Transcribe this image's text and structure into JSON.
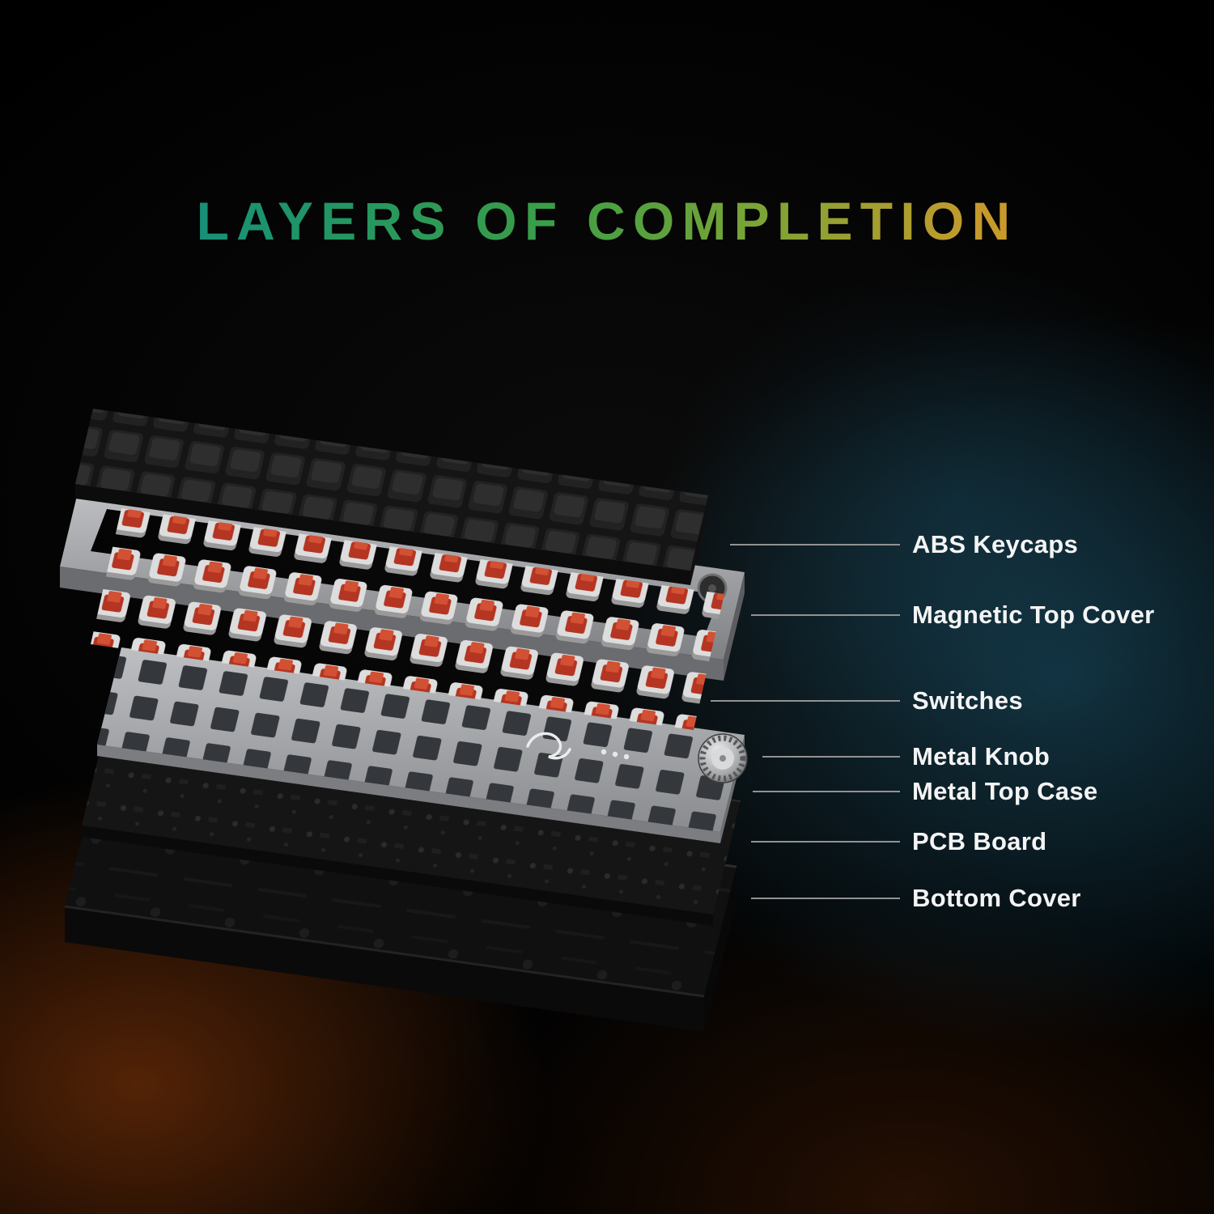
{
  "title": "LAYERS OF COMPLETION",
  "callouts": [
    {
      "id": "abs-keycaps",
      "text": "ABS Keycaps"
    },
    {
      "id": "magnetic-top-cover",
      "text": "Magnetic Top Cover"
    },
    {
      "id": "switches",
      "text": "Switches"
    },
    {
      "id": "metal-knob",
      "text": "Metal Knob"
    },
    {
      "id": "metal-top-case",
      "text": "Metal Top Case"
    },
    {
      "id": "pcb-board",
      "text": "PCB Board"
    },
    {
      "id": "bottom-cover",
      "text": "Bottom Cover"
    }
  ],
  "colors": {
    "title_gradient_start": "#0d8a92",
    "title_gradient_mid": "#3a9e47",
    "title_gradient_end": "#ec9c20",
    "switch_red": "#c03a27",
    "keycap_black": "#232323",
    "metal_gray": "#a9abad",
    "glow_blue": "#26769 8",
    "glow_orange": "#98400c",
    "label_text": "#f4f4f4"
  }
}
